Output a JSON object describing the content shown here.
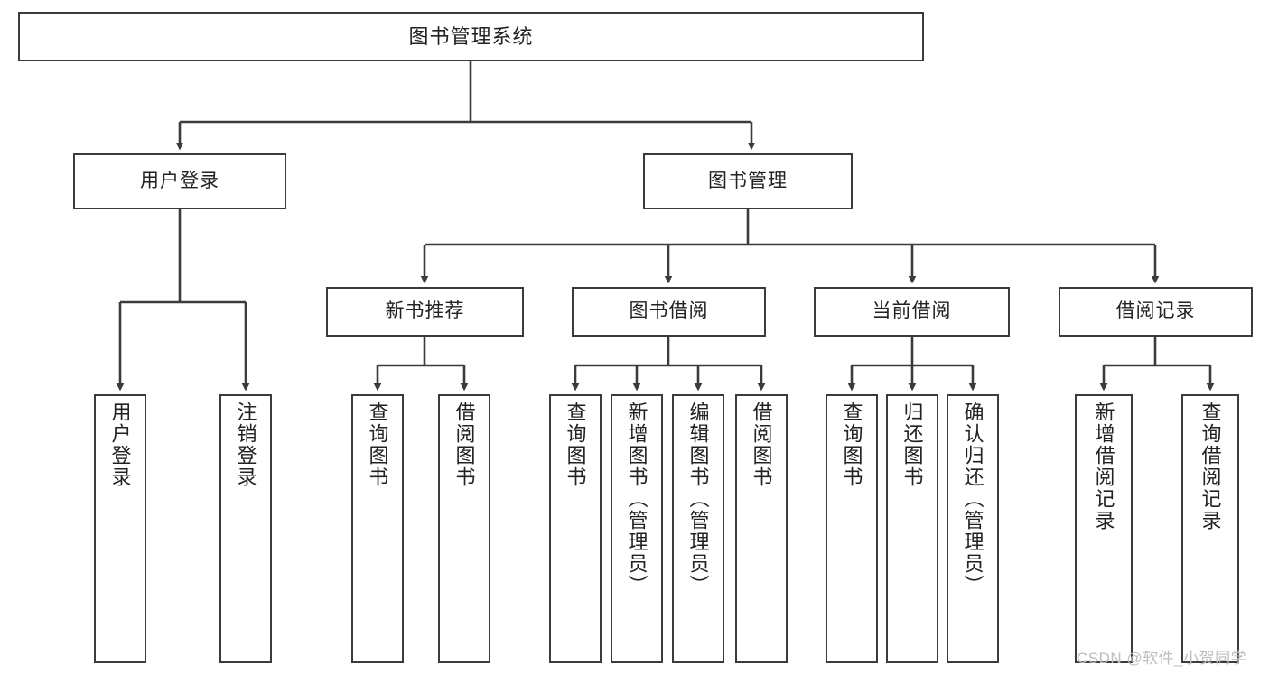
{
  "diagram": {
    "title": "图书管理系统",
    "type": "tree",
    "colors": {
      "box_border": "#3b3b3b",
      "box_fill": "#ffffff",
      "edge": "#3b3b3b",
      "text": "#222222",
      "watermark": "#bdbdbd",
      "background": "#ffffff"
    },
    "root": {
      "label": "图书管理系统"
    },
    "level2": [
      {
        "label": "用户登录"
      },
      {
        "label": "图书管理"
      }
    ],
    "level3": [
      {
        "label": "新书推荐"
      },
      {
        "label": "图书借阅"
      },
      {
        "label": "当前借阅"
      },
      {
        "label": "借阅记录"
      }
    ],
    "leaves": {
      "user_login": [
        {
          "label": "用户登录"
        },
        {
          "label": "注销登录"
        }
      ],
      "new_book": [
        {
          "label": "查询图书"
        },
        {
          "label": "借阅图书"
        }
      ],
      "borrow_book": [
        {
          "label": "查询图书"
        },
        {
          "label": "新增图书（管理员）"
        },
        {
          "label": "编辑图书（管理员）"
        },
        {
          "label": "借阅图书"
        }
      ],
      "current_borrow": [
        {
          "label": "查询图书"
        },
        {
          "label": "归还图书"
        },
        {
          "label": "确认归还（管理员）"
        }
      ],
      "borrow_record": [
        {
          "label": "新增借阅记录"
        },
        {
          "label": "查询借阅记录"
        }
      ]
    }
  },
  "watermark": {
    "text": "CSDN @软件_小贺同学"
  }
}
